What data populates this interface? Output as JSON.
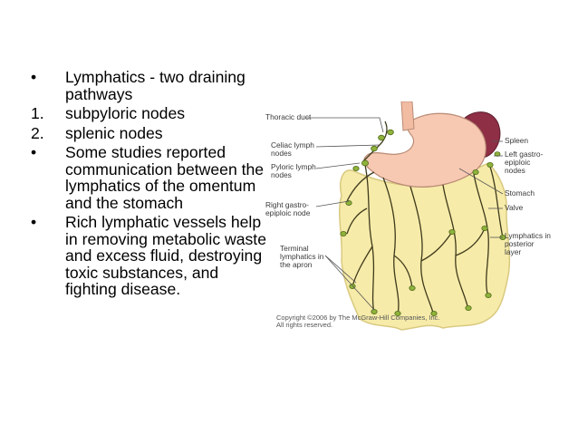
{
  "bullets": [
    {
      "marker": "•",
      "text": "Lymphatics - two draining pathways"
    },
    {
      "marker": "1.",
      "text": "subpyloric nodes"
    },
    {
      "marker": "2.",
      "text": "splenic nodes"
    },
    {
      "marker": "•",
      "text": "Some studies reported communication between the lymphatics of the omentum and the stomach"
    },
    {
      "marker": "•",
      "text": "Rich lymphatic vessels help in removing metabolic waste and excess fluid, destroying toxic substances, and fighting disease."
    }
  ],
  "figure": {
    "labels": {
      "thoracic_duct": "Thoracic duct",
      "celiac_nodes": "Celiac lymph\nnodes",
      "pyloric_nodes": "Pyloric lymph\nnodes",
      "right_gastroepiploic": "Right gastro-\nepiploic node",
      "terminal_lymphatics": "Terminal\nlymphatics in\nthe apron",
      "spleen": "Spleen",
      "left_gastroepiploic": "Left gastro-\nepiploic\nnodes",
      "stomach": "Stomach",
      "valve": "Valve",
      "posterior_lymphatics": "Lymphatics in\nposterior\nlayer"
    },
    "copyright": "Copyright ©2006 by The McGraw-Hill Companies, Inc.\nAll rights reserved.",
    "colors": {
      "omentum": "#f6eba9",
      "stomach": "#f7c9b3",
      "spleen": "#8e2f45",
      "vessel": "#3f3a1c",
      "node": "#8fb23b"
    }
  }
}
